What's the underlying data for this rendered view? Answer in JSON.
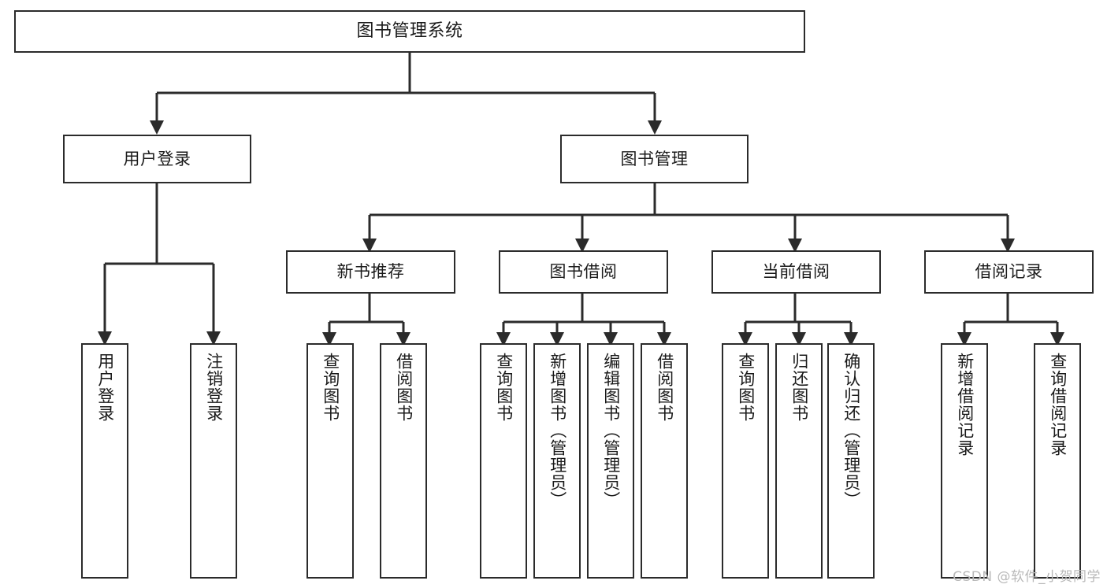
{
  "diagram": {
    "title": "图书管理系统",
    "type": "tree",
    "watermark": "CSDN @软件_小贺同学",
    "colors": {
      "box_border": "#2b2b2b",
      "box_fill": "#ffffff",
      "edge": "#2b2b2b",
      "text": "#1a1a1a",
      "watermark": "#b9b9b9"
    },
    "nodes": {
      "root": {
        "label": "图书管理系统",
        "level": 0
      },
      "user_login": {
        "label": "用户登录",
        "level": 1
      },
      "book_manage": {
        "label": "图书管理",
        "level": 1
      },
      "new_book_rec": {
        "label": "新书推荐",
        "level": 2
      },
      "book_borrow": {
        "label": "图书借阅",
        "level": 2
      },
      "current_borrow": {
        "label": "当前借阅",
        "level": 2
      },
      "borrow_record": {
        "label": "借阅记录",
        "level": 2
      },
      "leaf_user_login": {
        "label": "用户登录",
        "level": 2,
        "parent": "user_login"
      },
      "leaf_logout": {
        "label": "注销登录",
        "level": 2,
        "parent": "user_login"
      },
      "leaf_query_book_1": {
        "label": "查询图书",
        "level": 3,
        "parent": "new_book_rec"
      },
      "leaf_borrow_book_1": {
        "label": "借阅图书",
        "level": 3,
        "parent": "new_book_rec"
      },
      "leaf_query_book_2": {
        "label": "查询图书",
        "level": 3,
        "parent": "book_borrow"
      },
      "leaf_add_book": {
        "label": "新增图书（管理员）",
        "level": 3,
        "parent": "book_borrow"
      },
      "leaf_edit_book": {
        "label": "编辑图书（管理员）",
        "level": 3,
        "parent": "book_borrow"
      },
      "leaf_borrow_book_2": {
        "label": "借阅图书",
        "level": 3,
        "parent": "book_borrow"
      },
      "leaf_query_book_3": {
        "label": "查询图书",
        "level": 3,
        "parent": "current_borrow"
      },
      "leaf_return_book": {
        "label": "归还图书",
        "level": 3,
        "parent": "current_borrow"
      },
      "leaf_confirm_return": {
        "label": "确认归还（管理员）",
        "level": 3,
        "parent": "current_borrow"
      },
      "leaf_add_record": {
        "label": "新增借阅记录",
        "level": 3,
        "parent": "borrow_record"
      },
      "leaf_query_record": {
        "label": "查询借阅记录",
        "level": 3,
        "parent": "borrow_record"
      }
    }
  }
}
